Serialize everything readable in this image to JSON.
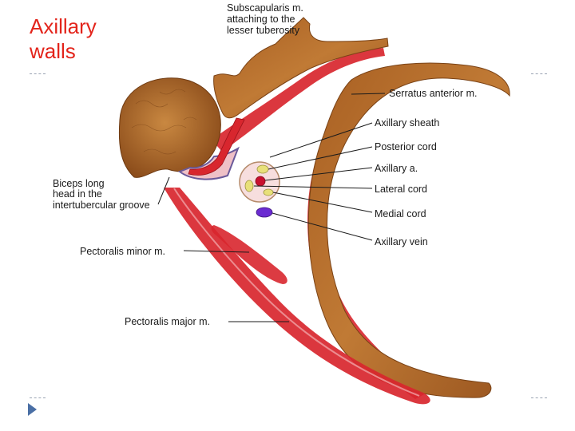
{
  "slide": {
    "title_line1": "Axillary",
    "title_line2": "walls"
  },
  "labels": {
    "subscapularis_1": "Subscapularis m.",
    "subscapularis_2": "attaching to the",
    "subscapularis_3": "lesser tuberosity",
    "serratus": "Serratus anterior m.",
    "axillary_sheath": "Axillary sheath",
    "posterior_cord": "Posterior cord",
    "axillary_a": "Axillary a.",
    "lateral_cord": "Lateral cord",
    "medial_cord": "Medial cord",
    "axillary_vein": "Axillary vein",
    "biceps_1": "Biceps long",
    "biceps_2": "head in the",
    "biceps_3": "intertubercular groove",
    "pec_minor": "Pectoralis minor m.",
    "pec_major": "Pectoralis major m."
  },
  "colors": {
    "title": "#e3241b",
    "muscle": "#d8262e",
    "bone": "#b86f2c",
    "nerve": "#e8e07a",
    "artery": "#c8102e",
    "vein": "#6a2bd1"
  },
  "nav": {
    "icon": "play-arrow-icon"
  }
}
